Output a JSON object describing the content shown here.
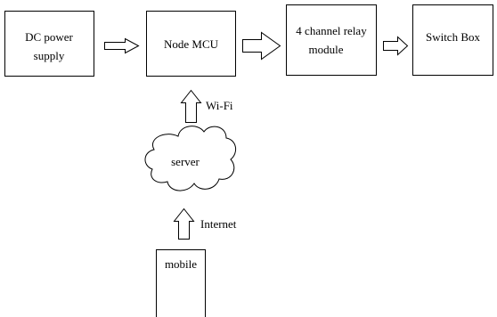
{
  "nodes": {
    "dc_power_supply": {
      "line1": "DC power",
      "line2": "supply"
    },
    "node_mcu": {
      "label": "Node MCU"
    },
    "relay_module": {
      "line1": "4 channel relay",
      "line2": "module"
    },
    "switch_box": {
      "label": "Switch Box"
    },
    "server": {
      "label": "server"
    },
    "mobile": {
      "label": "mobile"
    }
  },
  "edges": {
    "wifi": {
      "label": "Wi-Fi"
    },
    "internet": {
      "label": "Internet"
    }
  }
}
